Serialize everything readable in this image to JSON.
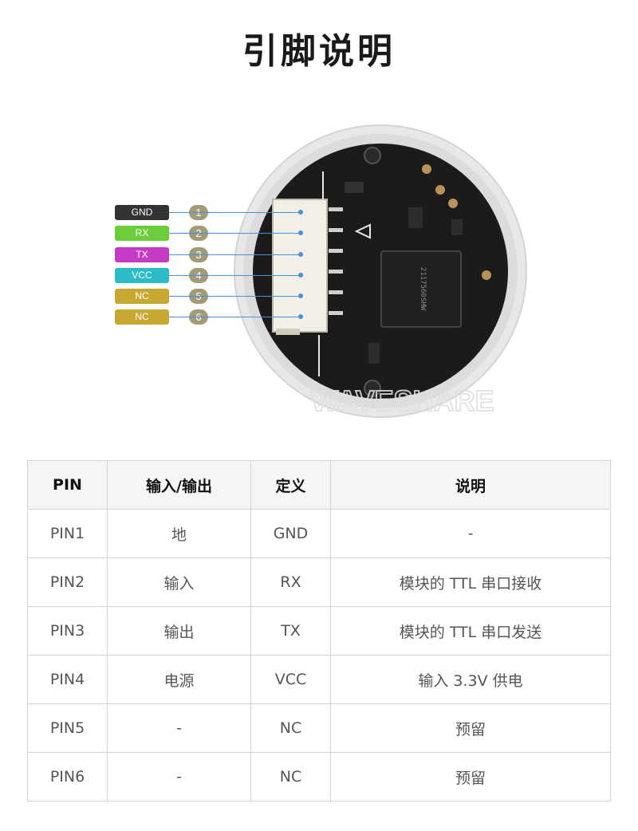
{
  "title": "引脚说明",
  "watermark": "WAVESHARE",
  "pins": [
    {
      "num": "1",
      "name": "GND",
      "color": "#333333"
    },
    {
      "num": "2",
      "name": "RX",
      "color": "#6ccd3a"
    },
    {
      "num": "3",
      "name": "TX",
      "color": "#c63bc4"
    },
    {
      "num": "4",
      "name": "VCC",
      "color": "#2bbcc8"
    },
    {
      "num": "5",
      "name": "NC",
      "color": "#c6a833"
    },
    {
      "num": "6",
      "name": "NC",
      "color": "#c6a833"
    }
  ],
  "chip_text": "2117560SHW",
  "table": {
    "headers": [
      "PIN",
      "输入/输出",
      "定义",
      "说明"
    ],
    "rows": [
      [
        "PIN1",
        "地",
        "GND",
        "-"
      ],
      [
        "PIN2",
        "输入",
        "RX",
        "模块的 TTL 串口接收"
      ],
      [
        "PIN3",
        "输出",
        "TX",
        "模块的 TTL 串口发送"
      ],
      [
        "PIN4",
        "电源",
        "VCC",
        "输入 3.3V 供电"
      ],
      [
        "PIN5",
        "-",
        "NC",
        "预留"
      ],
      [
        "PIN6",
        "-",
        "NC",
        "预留"
      ]
    ]
  }
}
